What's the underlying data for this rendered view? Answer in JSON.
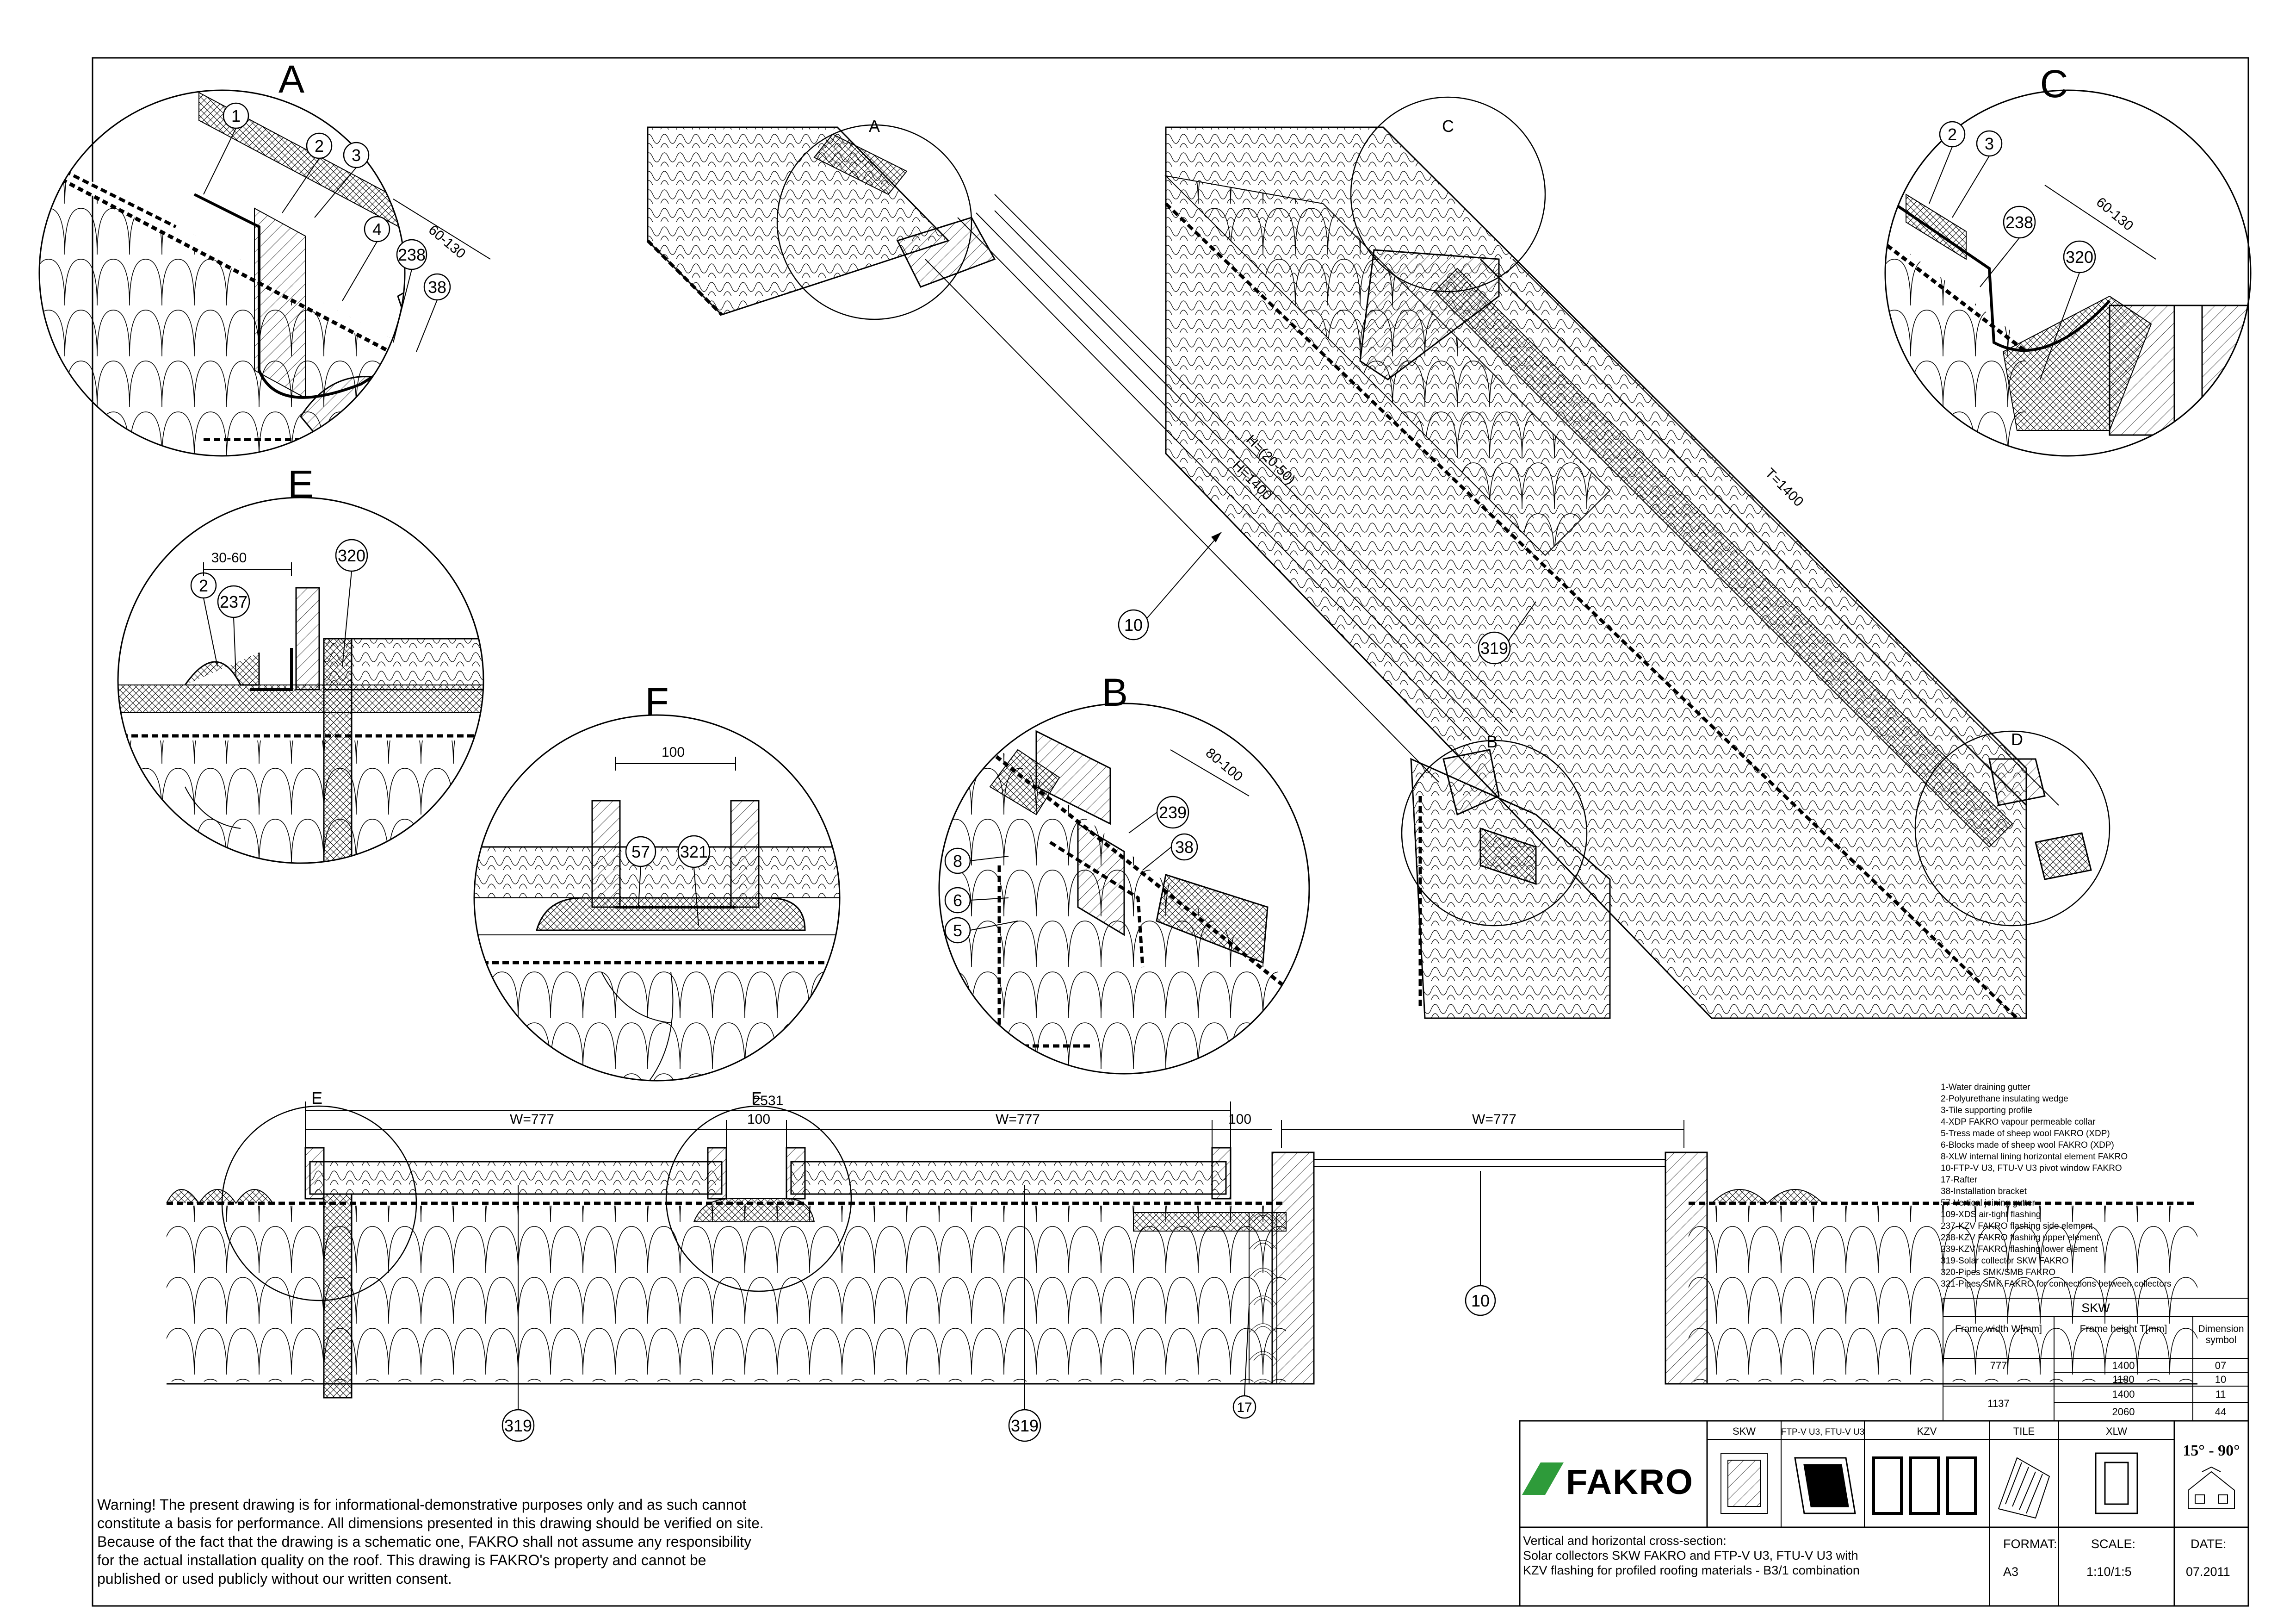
{
  "details": {
    "A": {
      "title": "A",
      "items": [
        "1",
        "2",
        "3",
        "4",
        "238",
        "38"
      ],
      "dim": "60-130"
    },
    "B": {
      "title": "B",
      "items": [
        "8",
        "6",
        "5",
        "239",
        "38"
      ],
      "dim": "80-100"
    },
    "C": {
      "title": "C",
      "items": [
        "2",
        "3",
        "238",
        "320"
      ],
      "dim": "60-130"
    },
    "D": {
      "title": "D"
    },
    "E": {
      "title": "E",
      "items": [
        "2",
        "237",
        "320"
      ],
      "dim": "30-60"
    },
    "F": {
      "title": "F",
      "items": [
        "57",
        "321"
      ],
      "dim": "100"
    }
  },
  "main_section": {
    "callout_10": "10",
    "callout_319": "319",
    "dim_left": "H=(20-50)",
    "dim_left2": "H=1400",
    "dim_right": "T=1400"
  },
  "plan": {
    "overall": "2531",
    "w1": "W=777",
    "w2": "W=777",
    "w3": "W=777",
    "gap1": "100",
    "gap2": "100",
    "callouts": {
      "c319a": "319",
      "c319b": "319",
      "c17": "17",
      "c10": "10"
    },
    "labelE": "E",
    "labelF": "F"
  },
  "legend": [
    "1-Water draining gutter",
    "2-Polyurethane insulating wedge",
    "3-Tile supporting profile",
    "4-XDP FAKRO vapour permeable collar",
    "5-Tress made of sheep wool FAKRO (XDP)",
    "6-Blocks made of sheep wool FAKRO (XDP)",
    "8-XLW internal lining horizontal element FAKRO",
    "10-FTP-V U3, FTU-V U3 pivot window  FAKRO",
    "17-Rafter",
    "38-Installation bracket",
    "57-Vertical joining gutter",
    "109-XDS air-tight flashing",
    "237-KZV FAKRO flashing side element",
    "238-KZV FAKRO flashing upper element",
    "239-KZV FAKRO flashing lower element",
    "319-Solar collector SKW FAKRO",
    "320-Pipes SMK/SMB FAKRO",
    "321-Pipes SMK FAKRO for connections between collectors"
  ],
  "table": {
    "title": "SKW",
    "headers": [
      "Frame width W[mm]",
      "Frame height T[mm]",
      "Dimension symbol"
    ],
    "rows": [
      {
        "w": "777",
        "t": "1400",
        "s": "07"
      },
      {
        "w": "",
        "t": "1180",
        "s": "10"
      },
      {
        "w": "1137",
        "t": "1400",
        "s": "11"
      },
      {
        "w": "",
        "t": "2060",
        "s": "44"
      }
    ]
  },
  "titleblock": {
    "brand": "FAKRO",
    "columns": [
      "SKW",
      "FTP-V U3, FTU-V U3",
      "KZV",
      "TILE",
      "XLW"
    ],
    "angle": "15° - 90°",
    "description": [
      "Vertical and horizontal cross-section:",
      "Solar collectors SKW FAKRO and FTP-V U3, FTU-V U3 with",
      "KZV flashing for profiled roofing materials - B3/1 combination"
    ],
    "format_label": "FORMAT:",
    "format_value": "A3",
    "scale_label": "SCALE:",
    "scale_value": "1:10/1:5",
    "date_label": "DATE:",
    "date_value": "07.2011"
  },
  "warning": [
    "Warning! The present drawing is for informational-demonstrative purposes only and as such cannot",
    "constitute a basis for performance. All dimensions presented in this drawing should be verified on site.",
    "Because of the fact that the drawing is a schematic one, FAKRO shall not assume any responsibility",
    "for the actual installation quality on the roof. This drawing is FAKRO's property and cannot be",
    "published  or used publicly without our written consent."
  ],
  "colors": {
    "ink": "#000000",
    "brand_green": "#2e9b3a"
  }
}
